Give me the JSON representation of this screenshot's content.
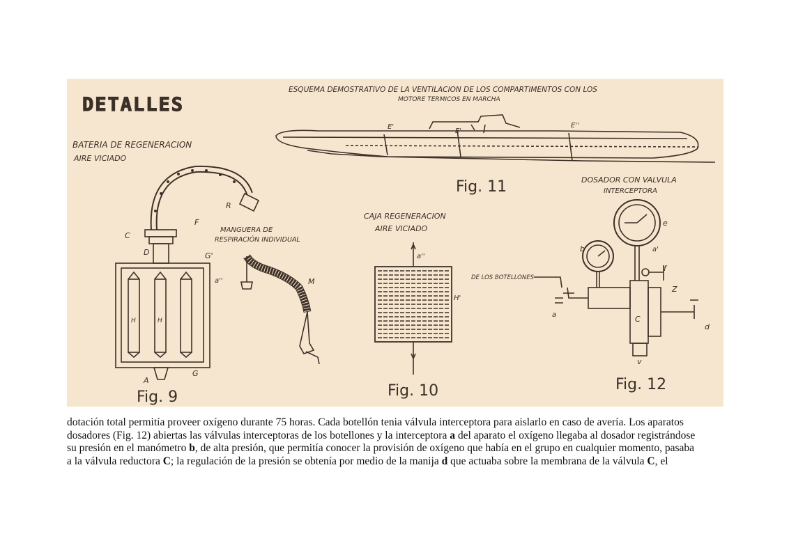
{
  "plate": {
    "heading": "DETALLES",
    "scheme_title_line1": "ESQUEMA DEMOSTRATIVO DE LA VENTILACION DE LOS COMPARTIMENTOS CON LOS",
    "scheme_title_line2": "MOTORE TERMICOS EN MARCHA",
    "battery_title_line1": "BATERIA DE REGENERACION",
    "battery_title_line2": "AIRE VICIADO",
    "hose_label_line1": "MANGUERA DE",
    "hose_label_line2": "RESPIRACIÓN INDIVIDUAL",
    "box_title_line1": "CAJA REGENERACION",
    "box_title_line2": "AIRE VICIADO",
    "doser_title_line1": "DOSADOR CON VALVULA",
    "doser_title_line2": "INTERCEPTORA",
    "bottles_label": "DE LOS BOTELLONES",
    "fig9": "Fig. 9",
    "fig10": "Fig. 10",
    "fig11": "Fig. 11",
    "fig12": "Fig. 12",
    "letters": {
      "E1": "E'",
      "E2": "E''",
      "E3": "E'",
      "C": "C",
      "F": "F",
      "D": "D",
      "G1": "G'",
      "R": "R",
      "M": "M",
      "a2": "a''",
      "A": "A",
      "G": "G",
      "H": "H",
      "h1": "H",
      "a_dd": "a''",
      "H2": "H'",
      "b": "b",
      "e": "e",
      "a1": "a'",
      "f": "f",
      "Z": "Z",
      "Cc": "C",
      "d": "d",
      "v": "v",
      "aa": "a"
    }
  },
  "body_text": {
    "line1": "dotación total permitía proveer oxígeno durante 75 horas. Cada botellón tenia válvula interceptora para aislarlo en caso de avería. Los aparatos",
    "line2a": "dosadores (Fig. 12) abiertas las válvulas interceptoras de los botellones y la interceptora ",
    "line2b": "a",
    "line2c": " del aparato el oxígeno llegaba al dosador registrándose",
    "line3a": "su presión en el manómetro ",
    "line3b": "b",
    "line3c": ", de alta presión, que permitía conocer la provisión de oxígeno que había en el grupo en cualquier momento, pasaba",
    "line4a": "a la válvula reductora ",
    "line4b": "C",
    "line4c": "; la regulación de la presión se obtenía por medio de la manija ",
    "line4d": "d",
    "line4e": " que actuaba sobre la membrana de la válvula ",
    "line4f": "C",
    "line4g": ", el"
  }
}
